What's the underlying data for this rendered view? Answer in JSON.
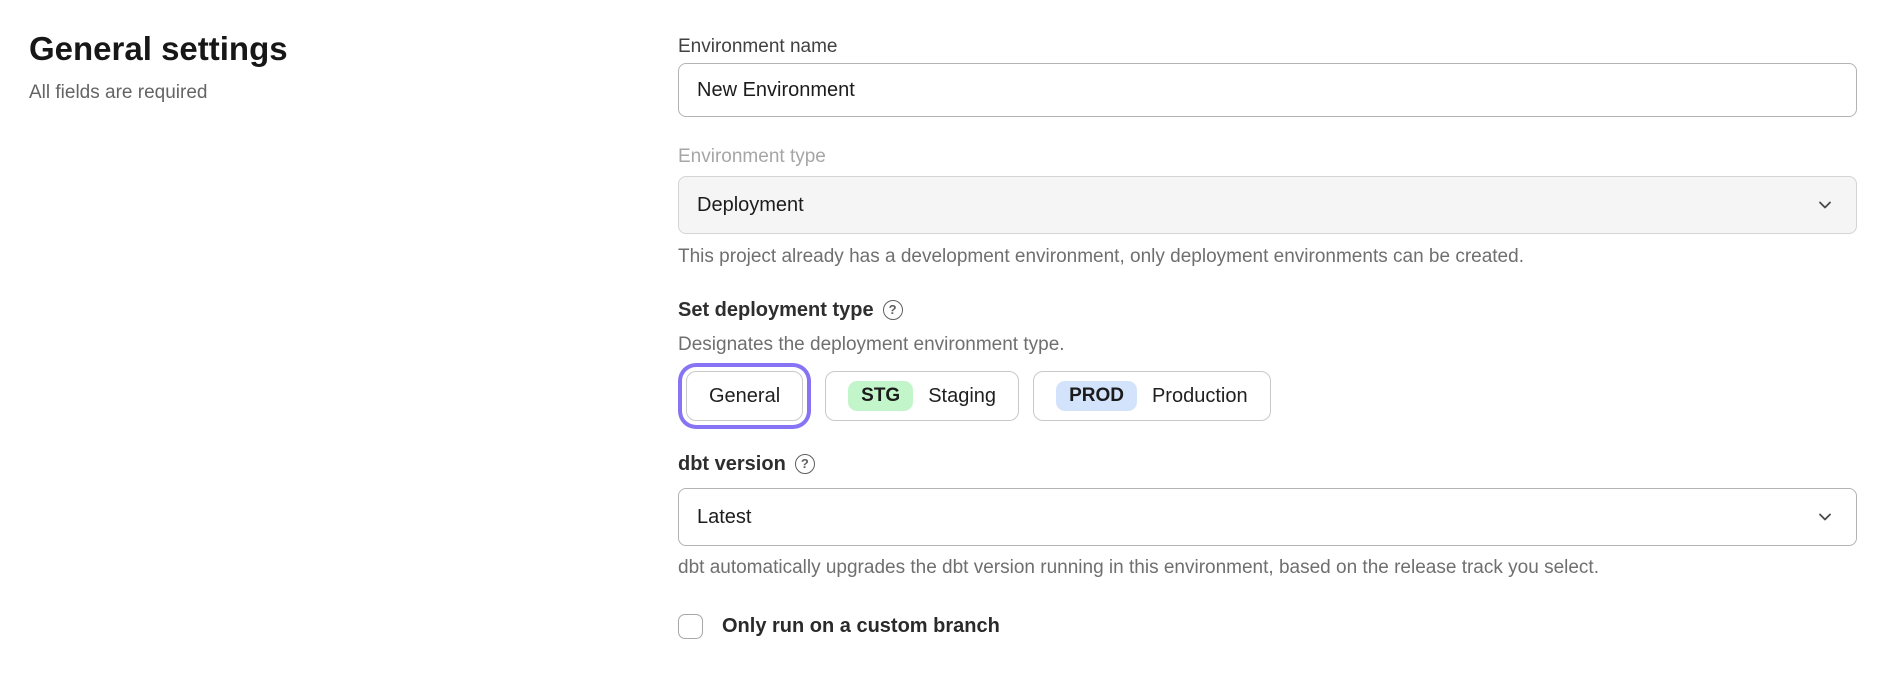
{
  "page": {
    "title": "General settings",
    "subtitle": "All fields are required"
  },
  "form": {
    "environment_name": {
      "label": "Environment name",
      "value": "New Environment"
    },
    "environment_type": {
      "label": "Environment type",
      "value": "Deployment",
      "disabled": true,
      "helper": "This project already has a development environment, only deployment environments can be created."
    },
    "deployment_type": {
      "label": "Set deployment type",
      "help_icon": "?",
      "helper": "Designates the deployment environment type.",
      "options": [
        {
          "label": "General",
          "badge": "",
          "selected": true
        },
        {
          "label": "Staging",
          "badge": "STG",
          "selected": false
        },
        {
          "label": "Production",
          "badge": "PROD",
          "selected": false
        }
      ]
    },
    "dbt_version": {
      "label": "dbt version",
      "help_icon": "?",
      "value": "Latest",
      "helper": "dbt automatically upgrades the dbt version running in this environment, based on the release track you select."
    },
    "custom_branch": {
      "label": "Only run on a custom branch",
      "checked": false
    }
  },
  "colors": {
    "accent_ring": "#8674f4",
    "stg_badge": "#c3f5ca",
    "prod_badge": "#d3e3fb",
    "disabled_field_bg": "#f5f5f5",
    "helper_text": "#6f6f6f"
  }
}
